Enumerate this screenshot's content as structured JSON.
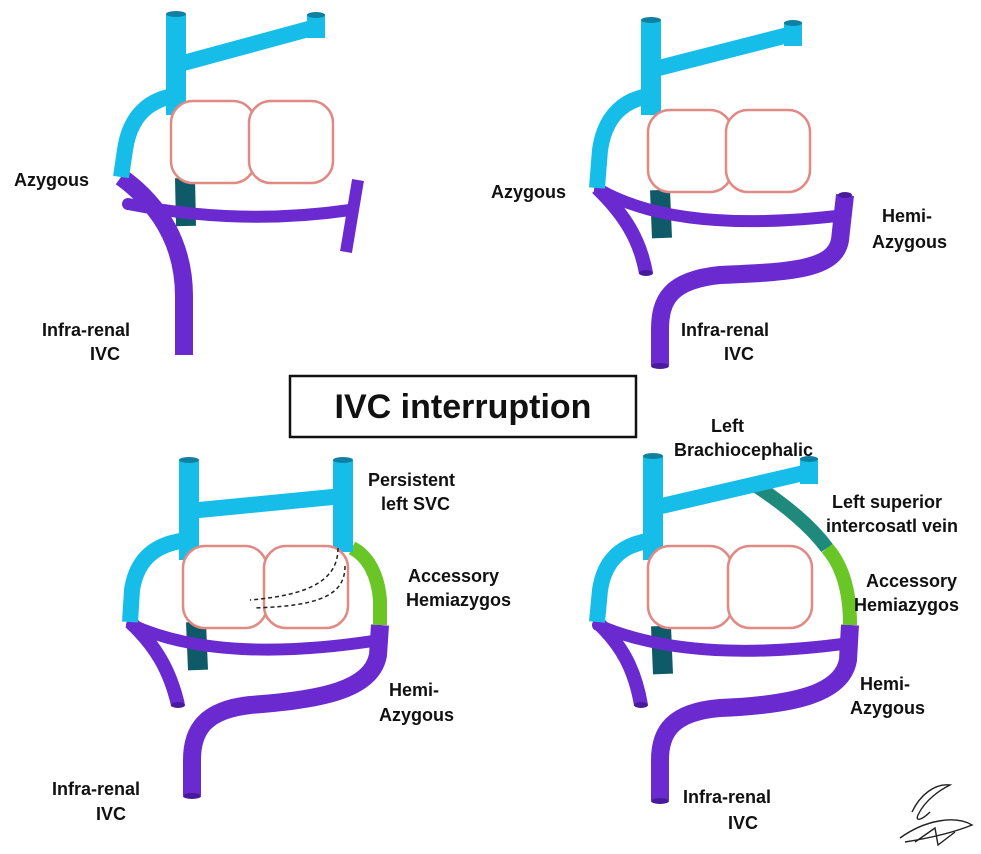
{
  "title": "IVC interruption",
  "colors": {
    "svc": "#16bde8",
    "ivc": "#6a2ad0",
    "accessory": "#6ac626",
    "intercostal": "#1f8a7c",
    "aorta": "#0f5a68",
    "atrium": "#e08a86",
    "frame": "#111111"
  },
  "panels": {
    "top_left": {
      "azygous": "Azygous",
      "infrarenal_l1": "Infra-renal",
      "infrarenal_l2": "IVC"
    },
    "top_right": {
      "azygous": "Azygous",
      "hemi_l1": "Hemi-",
      "hemi_l2": "Azygous",
      "infrarenal_l1": "Infra-renal",
      "infrarenal_l2": "IVC"
    },
    "bottom_left": {
      "plsvc_l1": "Persistent",
      "plsvc_l2": "left SVC",
      "accessory_l1": "Accessory",
      "accessory_l2": "Hemiazygos",
      "hemi_l1": "Hemi-",
      "hemi_l2": "Azygous",
      "infrarenal_l1": "Infra-renal",
      "infrarenal_l2": "IVC"
    },
    "bottom_right": {
      "brachio_l1": "Left",
      "brachio_l2": "Brachiocephalic",
      "intercostal_l1": "Left superior",
      "intercostal_l2": "intercosatl vein",
      "accessory_l1": "Accessory",
      "accessory_l2": "Hemiazygos",
      "hemi_l1": "Hemi-",
      "hemi_l2": "Azygous",
      "infrarenal_l1": "Infra-renal",
      "infrarenal_l2": "IVC"
    }
  }
}
